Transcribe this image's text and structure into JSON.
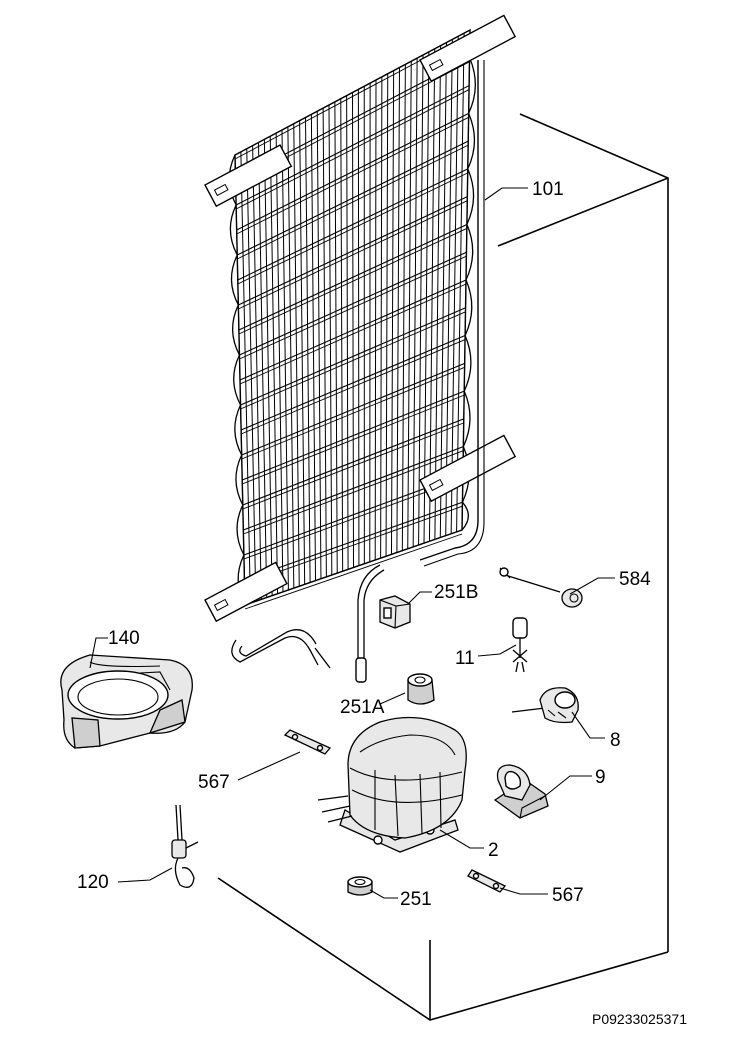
{
  "labels": {
    "condenser": "101",
    "ptc_relay": "584",
    "grommet_b": "251B",
    "starter": "11",
    "drip_tray": "140",
    "grommet_a": "251A",
    "overload": "8",
    "clamp": "9",
    "bracket_left": "567",
    "compressor": "2",
    "service_valve": "120",
    "grommet": "251",
    "bracket_right": "567"
  },
  "footer": {
    "code": "P09233025371"
  }
}
